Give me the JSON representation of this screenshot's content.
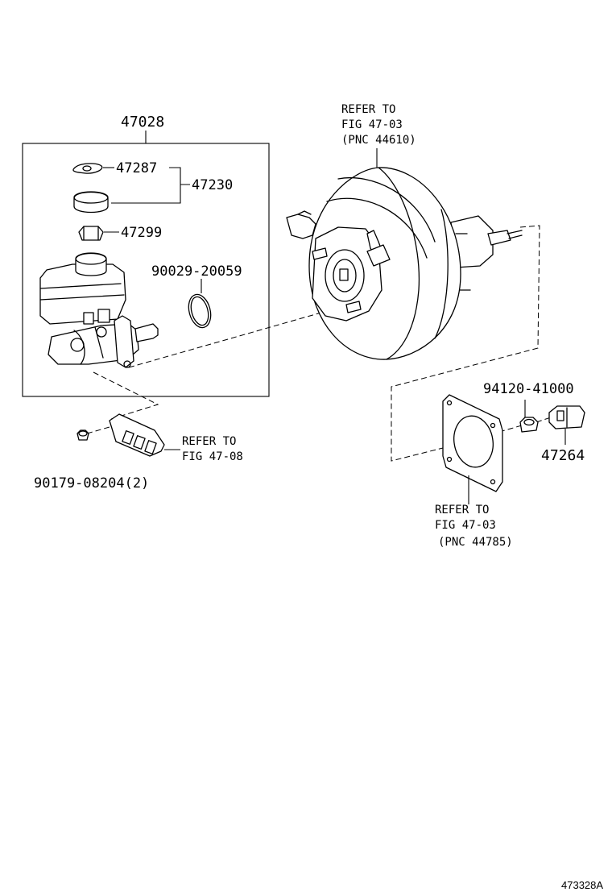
{
  "labels": {
    "assy": "47028",
    "p47287": "47287",
    "p47230": "47230",
    "p47299": "47299",
    "p90029": "90029-20059",
    "p90179": "90179-08204(2)",
    "p94120": "94120-41000",
    "p47264": "47264",
    "ref_booster_1": "REFER TO",
    "ref_booster_2": "FIG 47-03",
    "ref_booster_3": "(PNC 44610)",
    "ref_valve_1": "REFER TO",
    "ref_valve_2": "FIG 47-08",
    "ref_gasket_1": "REFER TO",
    "ref_gasket_2": "FIG 47-03",
    "ref_gasket_3": "(PNC 44785)",
    "figure_id": "473328A"
  }
}
